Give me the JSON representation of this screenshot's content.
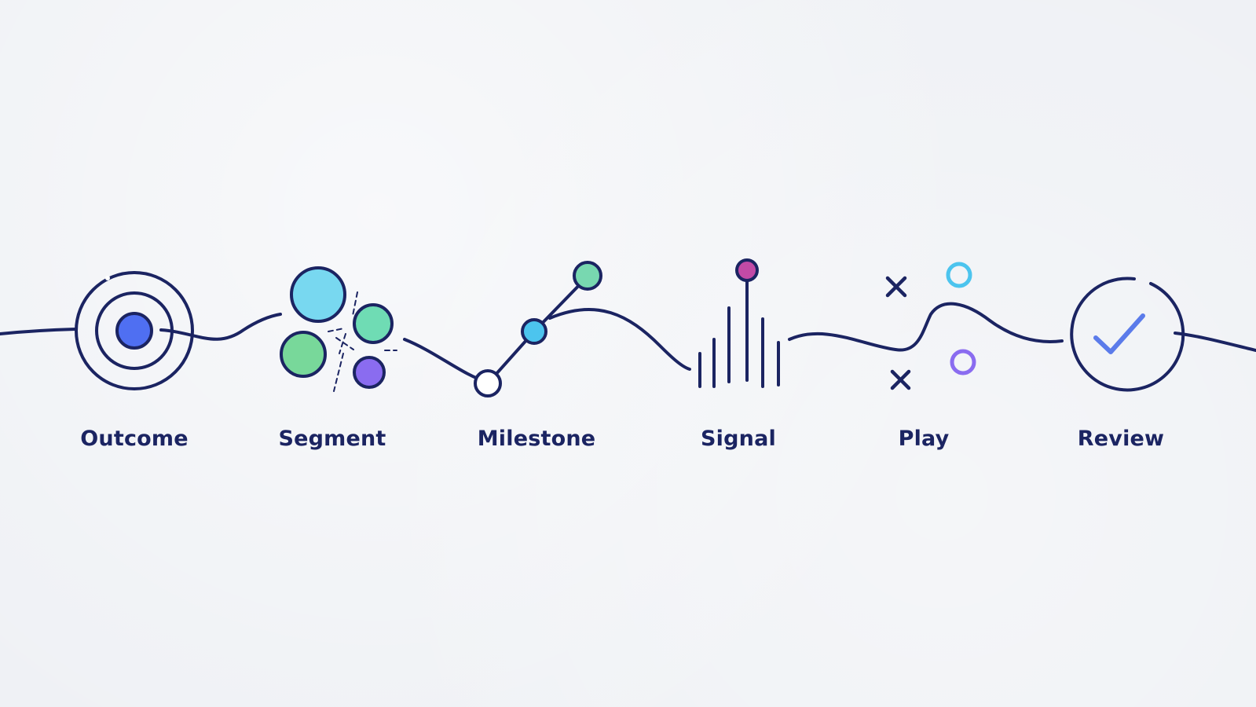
{
  "colors": {
    "line": "#1b2462",
    "background": "#eff1f5",
    "blue": "#4f6ff2",
    "cyan": "#78d8f0",
    "mint": "#6fdcb4",
    "green": "#78d89a",
    "violet": "#8a6cf0",
    "magenta": "#c24aa6",
    "sky": "#4cc4ee",
    "check": "#5b7bea"
  },
  "steps": [
    {
      "label": "Outcome",
      "icon": "target-icon"
    },
    {
      "label": "Segment",
      "icon": "bubble-cluster-icon"
    },
    {
      "label": "Milestone",
      "icon": "rising-path-icon"
    },
    {
      "label": "Signal",
      "icon": "signal-bars-icon"
    },
    {
      "label": "Play",
      "icon": "tic-tac-toe-icon"
    },
    {
      "label": "Review",
      "icon": "checkmark-circle-icon"
    }
  ]
}
